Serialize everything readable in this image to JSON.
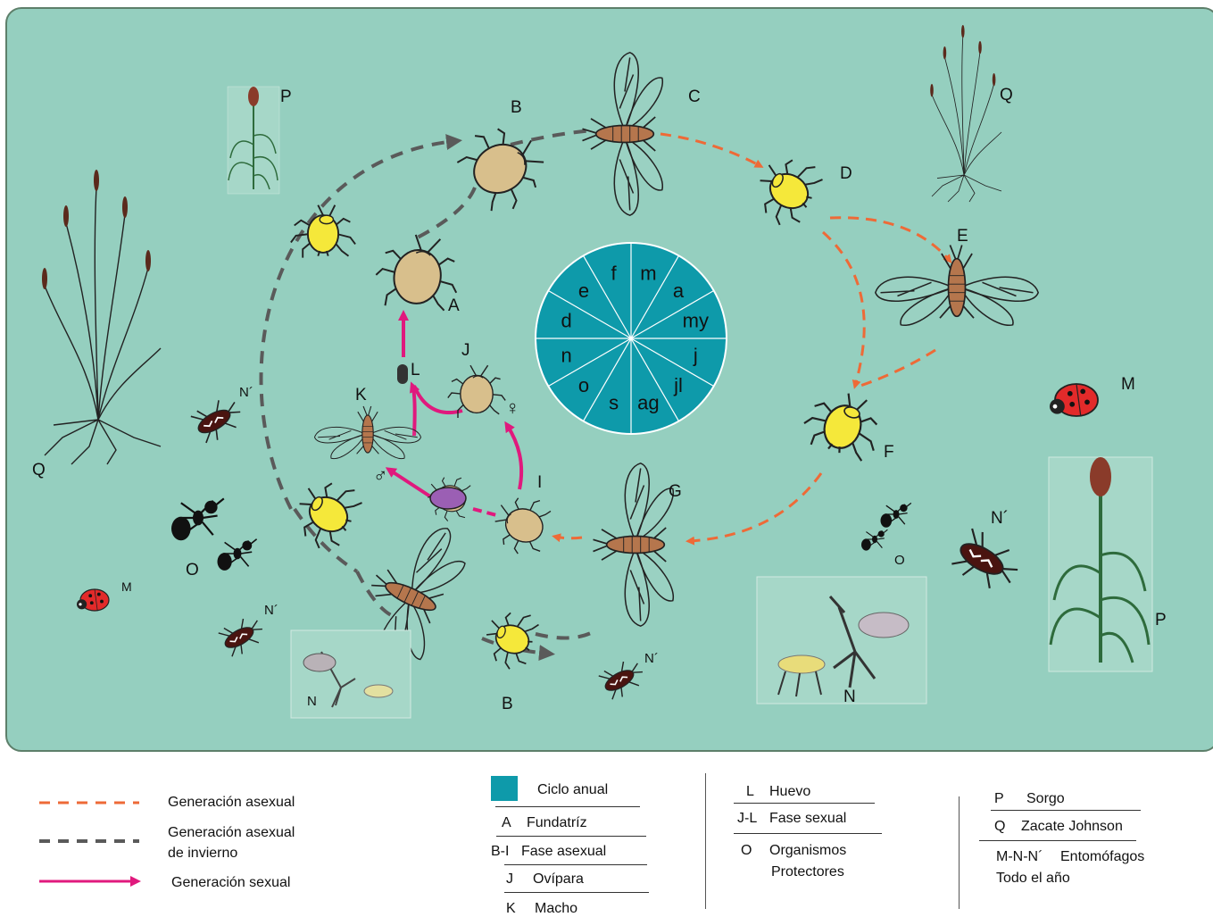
{
  "diagram": {
    "labels": {
      "A": "A",
      "B_top": "B",
      "B_bottom": "B",
      "C": "C",
      "D": "D",
      "E": "E",
      "F": "F",
      "G": "G",
      "I": "I",
      "J": "J",
      "K": "K",
      "L": "L",
      "M_right": "M",
      "M_left": "M",
      "N_prime_left": "N´",
      "N_prime_right": "N´",
      "N_prime_bottom_left": "N´",
      "N_prime_bottom_center": "N´",
      "N_left": "N",
      "N_right": "N",
      "O_left": "O",
      "O_right": "O",
      "P_top_left": "P",
      "P_right": "P",
      "Q_left": "Q",
      "Q_top_right": "Q",
      "female_symbol": "♀",
      "male_symbol": "♂"
    },
    "months": [
      "f",
      "m",
      "a",
      "my",
      "j",
      "jl",
      "ag",
      "s",
      "o",
      "n",
      "d",
      "e"
    ],
    "colors": {
      "panel": "#95cfbf",
      "wheel": "#0e9aaa",
      "asexual": "#ee6a37",
      "winter": "#5a5a5a",
      "sexual": "#e0197d",
      "yellow_aphid": "#f5e83a",
      "tan_aphid": "#d8bf8c",
      "purple_aphid": "#9b5fb4",
      "winged_body": "#b5764d"
    }
  },
  "legend": {
    "lines": {
      "asexual": "Generación asexual",
      "winter_1": "Generación asexual",
      "winter_2": "de invierno",
      "sexual": "Generación sexual"
    },
    "col1": {
      "swatch_label": "Ciclo anual",
      "a_key": "A",
      "a_value": "Fundatríz",
      "bi_key": "B-I",
      "bi_value": "Fase asexual",
      "j_key": "J",
      "j_value": "Ovípara",
      "k_key": "K",
      "k_value": "Macho"
    },
    "col2": {
      "l_key": "L",
      "l_value": "Huevo",
      "jl_key": "J-L",
      "jl_value": "Fase sexual",
      "o_key": "O",
      "o_value_1": "Organismos",
      "o_value_2": "Protectores"
    },
    "col3": {
      "p_key": "P",
      "p_value": "Sorgo",
      "q_key": "Q",
      "q_value": "Zacate Johnson",
      "mn_key": "M-N-N´",
      "mn_value": "Entomófagos",
      "mn_value_2": "Todo el año"
    }
  }
}
